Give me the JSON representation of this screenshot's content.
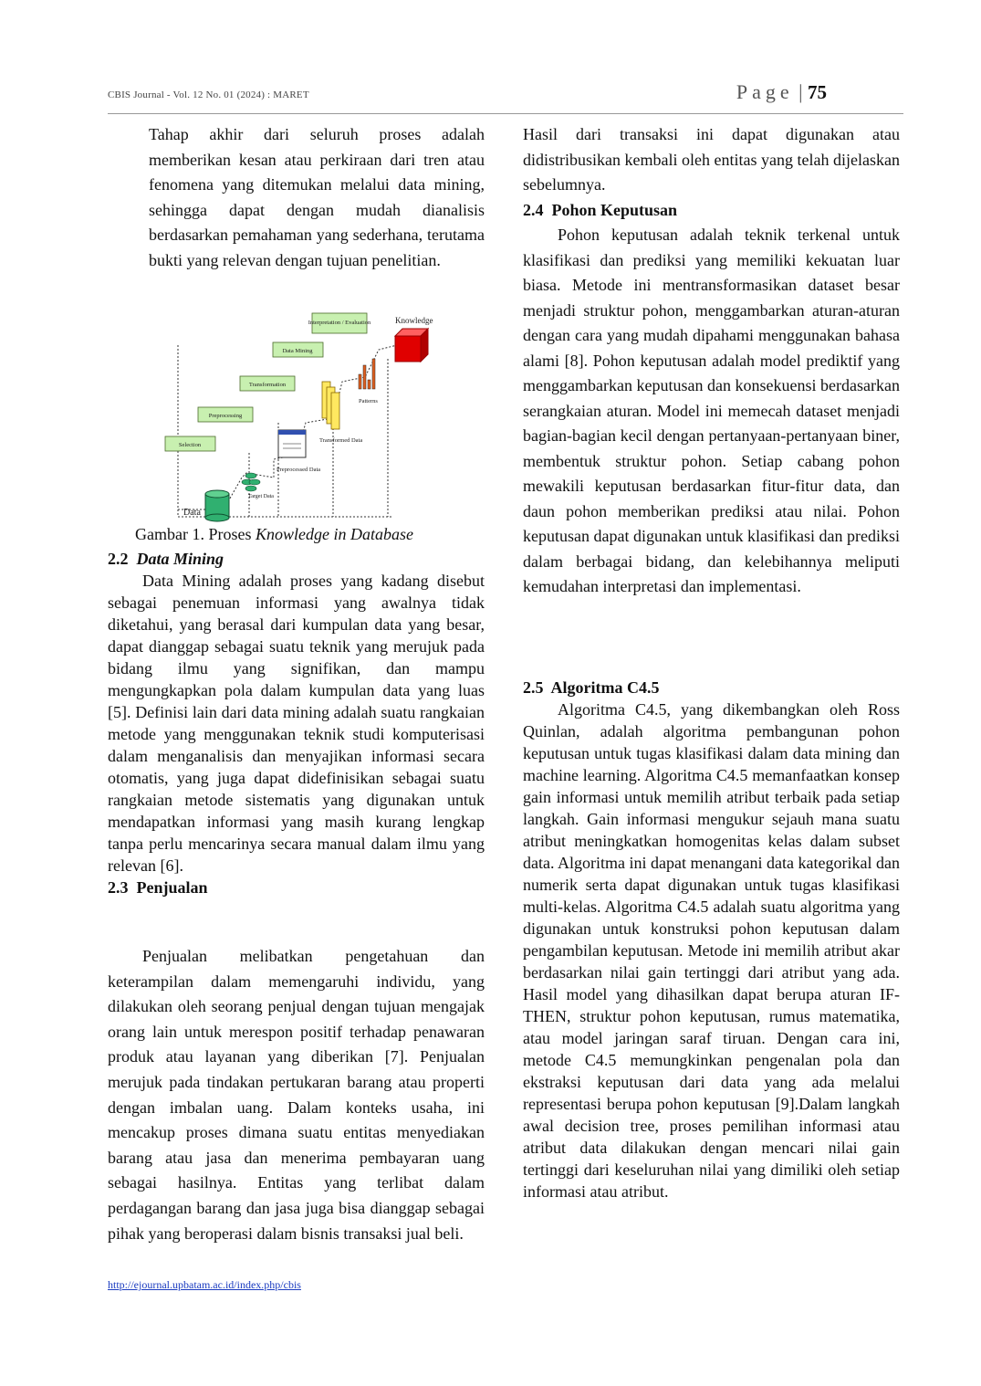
{
  "header": {
    "journal": "CBIS Journal - Vol. 12 No. 01 (2024) : MARET",
    "page_label": "Page",
    "page_number": "75"
  },
  "left": {
    "intro": "Tahap akhir dari seluruh proses adalah memberikan kesan atau perkiraan dari tren atau fenomena yang ditemukan melalui data mining, sehingga dapat dengan mudah dianalisis berdasarkan pemahaman yang sederhana, terutama bukti yang relevan dengan tujuan penelitian.",
    "figure": {
      "labels": {
        "interpretation": "Interpretation / Evaluation",
        "knowledge": "Knowledge",
        "data_mining": "Data Mining",
        "transformation": "Transformation",
        "preprocessing": "Preprocessing",
        "selection": "Selection",
        "patterns": "Patterns",
        "transformed": "Transformed Data",
        "preprocessed": "Preprocessed Data",
        "target": "Target Data",
        "data": "Data"
      },
      "caption_prefix": "Gambar 1. Proses ",
      "caption_italic": "Knowledge in Database"
    },
    "s22_num": "2.2",
    "s22_title": "Data Mining",
    "s22_body": "Data Mining adalah proses yang kadang disebut sebagai penemuan informasi yang awalnya tidak diketahui, yang berasal dari kumpulan data yang besar, dapat dianggap sebagai suatu teknik yang merujuk pada bidang ilmu yang signifikan, dan mampu mengungkapkan pola dalam kumpulan data yang luas [5]. Definisi lain dari data mining adalah suatu rangkaian metode yang menggunakan teknik studi komputerisasi dalam menganalisis dan menyajikan informasi secara otomatis, yang juga dapat didefinisikan sebagai suatu rangkaian metode sistematis yang digunakan untuk mendapatkan informasi yang masih kurang lengkap tanpa perlu mencarinya secara manual dalam ilmu yang relevan [6].",
    "s23_num": "2.3",
    "s23_title": "Penjualan",
    "s23_body": "Penjualan melibatkan pengetahuan dan keterampilan dalam memengaruhi individu, yang dilakukan oleh seorang penjual dengan tujuan mengajak orang lain untuk merespon positif terhadap penawaran produk atau layanan yang diberikan [7]. Penjualan merujuk pada tindakan pertukaran barang atau properti dengan imbalan uang. Dalam konteks usaha, ini mencakup proses dimana suatu entitas menyediakan barang atau jasa dan menerima pembayaran uang sebagai hasilnya. Entitas yang terlibat dalam perdagangan barang dan jasa juga bisa dianggap sebagai pihak yang beroperasi dalam bisnis transaksi jual beli."
  },
  "right": {
    "intro": "Hasil dari transaksi ini dapat digunakan atau didistribusikan kembali oleh entitas yang telah dijelaskan sebelumnya.",
    "s24_num": "2.4",
    "s24_title": "Pohon Keputusan",
    "s24_body": "Pohon keputusan adalah teknik terkenal untuk klasifikasi dan prediksi yang memiliki kekuatan luar biasa. Metode ini mentransformasikan dataset besar menjadi struktur pohon, menggambarkan aturan-aturan dengan cara yang mudah dipahami menggunakan bahasa alami [8]. Pohon keputusan adalah model prediktif yang menggambarkan keputusan dan konsekuensi berdasarkan serangkaian aturan. Model ini memecah dataset menjadi bagian-bagian kecil dengan pertanyaan-pertanyaan biner, membentuk struktur pohon. Setiap cabang pohon mewakili keputusan berdasarkan fitur-fitur data, dan daun pohon memberikan prediksi atau nilai. Pohon keputusan dapat digunakan untuk klasifikasi dan prediksi dalam berbagai bidang, dan kelebihannya meliputi kemudahan interpretasi dan implementasi.",
    "s25_num": "2.5",
    "s25_title": "Algoritma C4.5",
    "s25_body": "Algoritma C4.5, yang dikembangkan oleh Ross Quinlan, adalah algoritma pembangunan pohon keputusan untuk tugas klasifikasi dalam data mining dan machine learning. Algoritma C4.5 memanfaatkan konsep gain informasi untuk memilih atribut terbaik pada setiap langkah. Gain informasi mengukur sejauh mana suatu atribut meningkatkan homogenitas kelas dalam subset data. Algoritma ini dapat menangani data kategorikal dan numerik serta dapat digunakan untuk tugas klasifikasi multi-kelas. Algoritma C4.5 adalah suatu algoritma yang digunakan untuk konstruksi pohon keputusan dalam pengambilan keputusan. Metode ini memilih atribut akar berdasarkan nilai gain tertinggi dari atribut yang ada. Hasil model yang dihasilkan dapat berupa aturan IF-THEN, struktur pohon keputusan, rumus matematika, atau model jaringan saraf tiruan. Dengan cara ini, metode C4.5 memungkinkan pengenalan pola dan ekstraksi keputusan dari data yang ada melalui representasi berupa pohon keputusan [9].Dalam langkah awal decision tree, proses pemilihan informasi atau atribut data dilakukan dengan mencari nilai gain tertinggi dari keseluruhan nilai yang dimiliki oleh setiap informasi atau atribut."
  },
  "footer": {
    "url": "http://ejournal.upbatam.ac.id/index.php/cbis"
  }
}
